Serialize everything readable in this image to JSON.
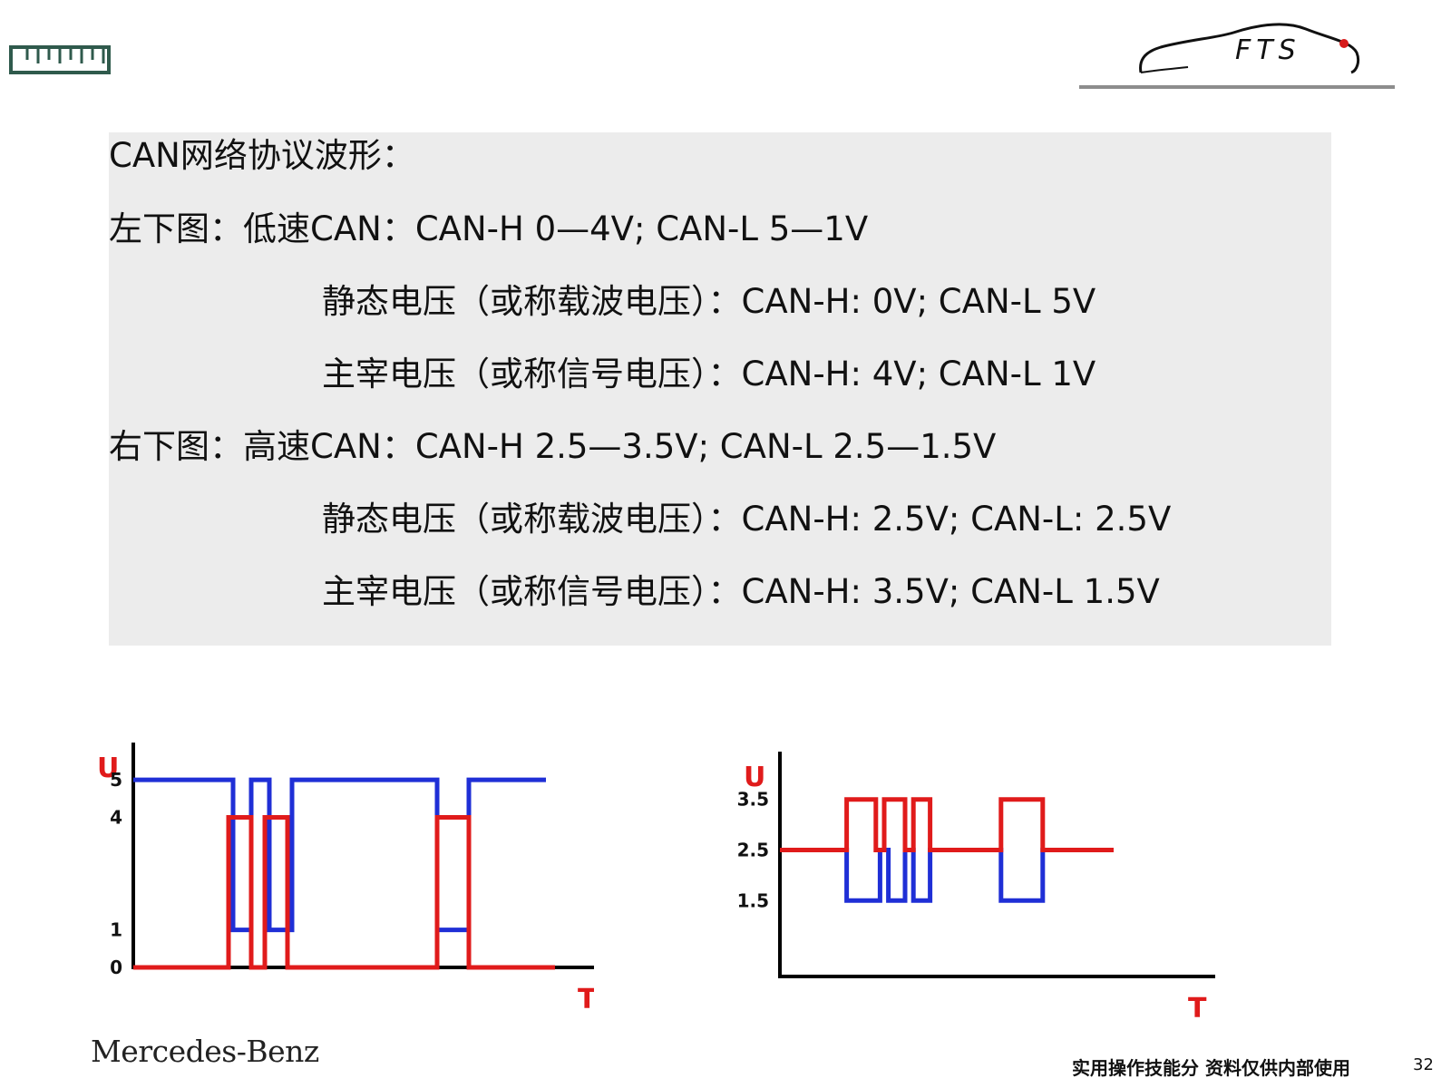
{
  "slide": {
    "lines": [
      "CAN网络协议波形：",
      "左下图：低速CAN：CAN-H 0—4V; CAN-L 5—1V",
      "静态电压（或称载波电压）：CAN-H: 0V; CAN-L 5V",
      "主宰电压（或称信号电压）：CAN-H: 4V; CAN-L 1V",
      "右下图：高速CAN：CAN-H 2.5—3.5V; CAN-L 2.5—1.5V",
      "静态电压（或称载波电压）：CAN-H: 2.5V; CAN-L: 2.5V",
      "主宰电压（或称信号电压）：CAN-H: 3.5V; CAN-L 1.5V"
    ],
    "brand": "Mercedes-Benz",
    "footnote": "实用操作技能分 资料仅供内部使用",
    "page_number": "32",
    "logo_text": "FTS",
    "icons": {
      "top_left": "ruler-icon",
      "top_right": "car-logo-icon"
    },
    "colors": {
      "high": "#e01b1b",
      "low": "#1f2fd6",
      "panel": "#ececec",
      "badge": "#2f5a4c"
    }
  },
  "chart_data": [
    {
      "type": "line",
      "ylabel": "U",
      "xlabel": "T",
      "yticks": [
        "5",
        "4",
        "1",
        "0"
      ],
      "ytick_values": [
        5,
        4,
        1,
        0
      ],
      "ylim": [
        0,
        5.8
      ],
      "xlim": [
        0,
        100
      ],
      "series": [
        {
          "color": "#1f2fd6",
          "values": [
            [
              0,
              5
            ],
            [
              22,
              5
            ],
            [
              22,
              1
            ],
            [
              26,
              1
            ],
            [
              26,
              5
            ],
            [
              30,
              5
            ],
            [
              30,
              1
            ],
            [
              35,
              1
            ],
            [
              35,
              5
            ],
            [
              67,
              5
            ],
            [
              67,
              1
            ],
            [
              74,
              1
            ],
            [
              74,
              5
            ],
            [
              91,
              5
            ]
          ]
        },
        {
          "color": "#e01b1b",
          "values": [
            [
              0,
              0
            ],
            [
              21,
              0
            ],
            [
              21,
              4
            ],
            [
              26,
              4
            ],
            [
              26,
              0
            ],
            [
              29,
              0
            ],
            [
              29,
              4
            ],
            [
              34,
              4
            ],
            [
              34,
              0
            ],
            [
              67,
              0
            ],
            [
              67,
              4
            ],
            [
              74,
              4
            ],
            [
              74,
              0
            ],
            [
              93,
              0
            ]
          ]
        }
      ]
    },
    {
      "type": "line",
      "ylabel": "U",
      "xlabel": "T",
      "yticks": [
        "3.5",
        "2.5",
        "1.5"
      ],
      "ytick_values": [
        3.5,
        2.5,
        1.5
      ],
      "ylim": [
        0,
        4.3
      ],
      "xlim": [
        0,
        100
      ],
      "series": [
        {
          "color": "#1f2fd6",
          "values": [
            [
              0,
              2.5
            ],
            [
              16,
              2.5
            ],
            [
              16,
              1.5
            ],
            [
              24,
              1.5
            ],
            [
              24,
              2.5
            ],
            [
              26,
              2.5
            ],
            [
              26,
              1.5
            ],
            [
              30,
              1.5
            ],
            [
              30,
              2.5
            ],
            [
              32,
              2.5
            ],
            [
              32,
              1.5
            ],
            [
              36,
              1.5
            ],
            [
              36,
              2.5
            ],
            [
              53,
              2.5
            ],
            [
              53,
              1.5
            ],
            [
              63,
              1.5
            ],
            [
              63,
              2.5
            ],
            [
              80,
              2.5
            ]
          ]
        },
        {
          "color": "#e01b1b",
          "values": [
            [
              0,
              2.5
            ],
            [
              16,
              2.5
            ],
            [
              16,
              3.5
            ],
            [
              23,
              3.5
            ],
            [
              23,
              2.5
            ],
            [
              25,
              2.5
            ],
            [
              25,
              3.5
            ],
            [
              30,
              3.5
            ],
            [
              30,
              2.5
            ],
            [
              32,
              2.5
            ],
            [
              32,
              3.5
            ],
            [
              36,
              3.5
            ],
            [
              36,
              2.5
            ],
            [
              53,
              2.5
            ],
            [
              53,
              3.5
            ],
            [
              63,
              3.5
            ],
            [
              63,
              2.5
            ],
            [
              80,
              2.5
            ]
          ]
        }
      ]
    }
  ]
}
